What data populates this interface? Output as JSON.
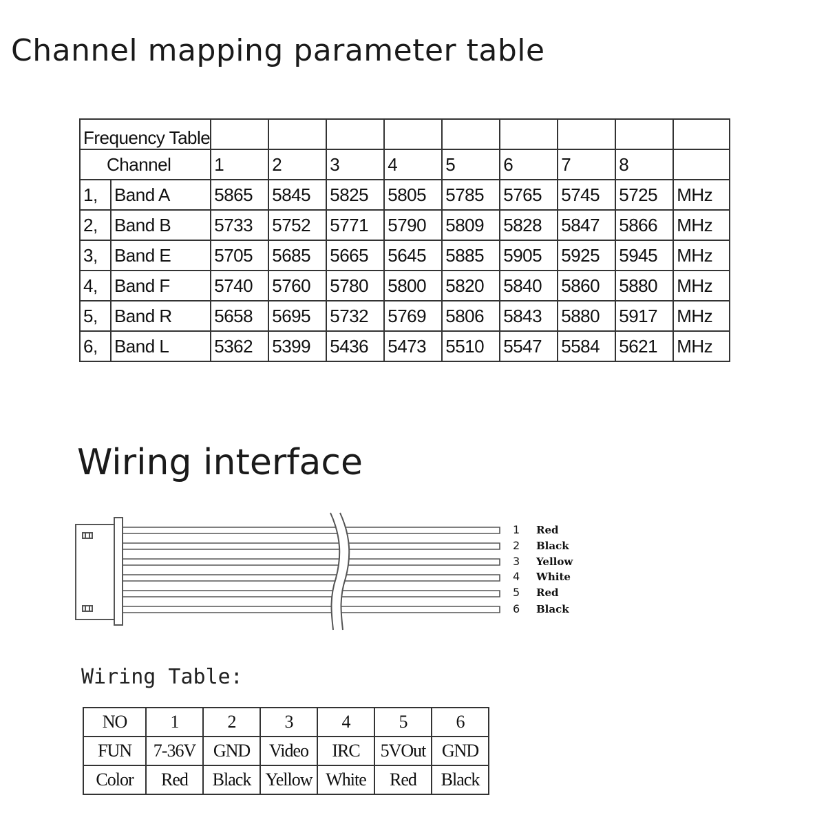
{
  "titles": {
    "channel_mapping": "Channel mapping parameter table",
    "wiring_interface": "Wiring interface",
    "wiring_table": "Wiring Table:"
  },
  "frequency_table": {
    "caption": "Frequency Table",
    "channel_label": "Channel",
    "channels": [
      "1",
      "2",
      "3",
      "4",
      "5",
      "6",
      "7",
      "8"
    ],
    "unit": "MHz",
    "rows": [
      {
        "index": "1,",
        "band": "Band A",
        "values": [
          "5865",
          "5845",
          "5825",
          "5805",
          "5785",
          "5765",
          "5745",
          "5725"
        ]
      },
      {
        "index": "2,",
        "band": "Band B",
        "values": [
          "5733",
          "5752",
          "5771",
          "5790",
          "5809",
          "5828",
          "5847",
          "5866"
        ]
      },
      {
        "index": "3,",
        "band": "Band E",
        "values": [
          "5705",
          "5685",
          "5665",
          "5645",
          "5885",
          "5905",
          "5925",
          "5945"
        ]
      },
      {
        "index": "4,",
        "band": "Band F",
        "values": [
          "5740",
          "5760",
          "5780",
          "5800",
          "5820",
          "5840",
          "5860",
          "5880"
        ]
      },
      {
        "index": "5,",
        "band": "Band R",
        "values": [
          "5658",
          "5695",
          "5732",
          "5769",
          "5806",
          "5843",
          "5880",
          "5917"
        ]
      },
      {
        "index": "6,",
        "band": "Band L",
        "values": [
          "5362",
          "5399",
          "5436",
          "5473",
          "5510",
          "5547",
          "5584",
          "5621"
        ]
      }
    ]
  },
  "wires": [
    {
      "number": "1",
      "color": "Red"
    },
    {
      "number": "2",
      "color": "Black"
    },
    {
      "number": "3",
      "color": "Yellow"
    },
    {
      "number": "4",
      "color": "White"
    },
    {
      "number": "5",
      "color": "Red"
    },
    {
      "number": "6",
      "color": "Black"
    }
  ],
  "wiring_table": {
    "rows": [
      {
        "key": "NO",
        "values": [
          "1",
          "2",
          "3",
          "4",
          "5",
          "6"
        ]
      },
      {
        "key": "FUN",
        "values": [
          "7-36V",
          "GND",
          "Video",
          "IRC",
          "5VOut",
          "GND"
        ]
      },
      {
        "key": "Color",
        "values": [
          "Red",
          "Black",
          "Yellow",
          "White",
          "Red",
          "Black"
        ]
      }
    ]
  },
  "colors": {
    "line": "#333333",
    "text": "#111111",
    "background": "#ffffff"
  }
}
